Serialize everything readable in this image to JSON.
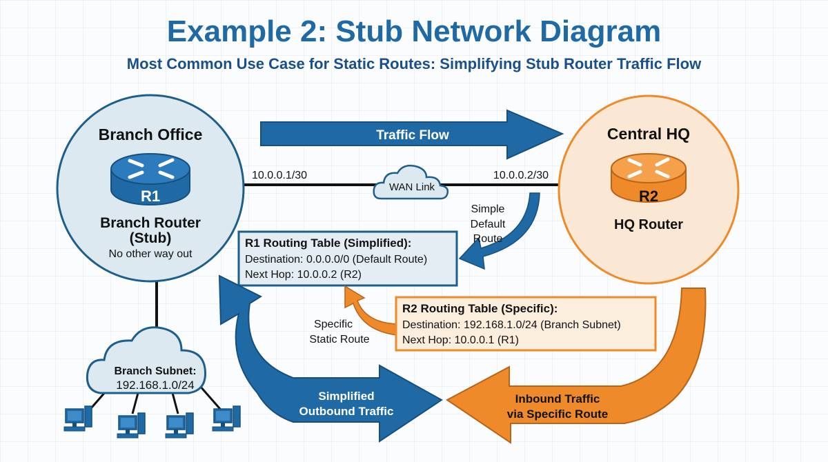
{
  "title": "Example 2: Stub Network Diagram",
  "subtitle": "Most Common Use Case for Static Routes: Simplifying Stub Router Traffic Flow",
  "colors": {
    "blue": "#1f6aa5",
    "dark_blue": "#1d5f8a",
    "orange": "#ee8a2a",
    "blue_fill": "#dde9f1",
    "orange_fill": "#fbe8d4"
  },
  "branch": {
    "heading": "Branch Office",
    "router_label": "R1",
    "name": "Branch Router",
    "name2": "(Stub)",
    "note": "No other way out",
    "icon": "router-icon"
  },
  "hq": {
    "heading": "Central HQ",
    "router_label": "R2",
    "name": "HQ Router",
    "icon": "router-icon"
  },
  "traffic_flow": "Traffic Flow",
  "wan": {
    "left_ip": "10.0.0.1/30",
    "right_ip": "10.0.0.2/30",
    "label": "WAN Link"
  },
  "default_route_label": [
    "Simple",
    "Default",
    "Route"
  ],
  "r1_table": {
    "title": "R1 Routing Table (Simplified):",
    "destination": "Destination: 0.0.0.0/0 (Default Route)",
    "next_hop": "Next Hop: 10.0.0.2 (R2)"
  },
  "r2_table": {
    "title": "R2 Routing Table (Specific):",
    "destination": "Destination: 192.168.1.0/24 (Branch Subnet)",
    "next_hop": "Next Hop: 10.0.0.1 (R1)"
  },
  "static_route_label": [
    "Specific",
    "Static Route"
  ],
  "subnet": {
    "title": "Branch Subnet:",
    "cidr": "192.168.1.0/24",
    "hosts_icon": "desktop-computer-icon"
  },
  "outbound_label": [
    "Simplified",
    "Outbound Traffic"
  ],
  "inbound_label": [
    "Inbound Traffic",
    "via Specific Route"
  ]
}
